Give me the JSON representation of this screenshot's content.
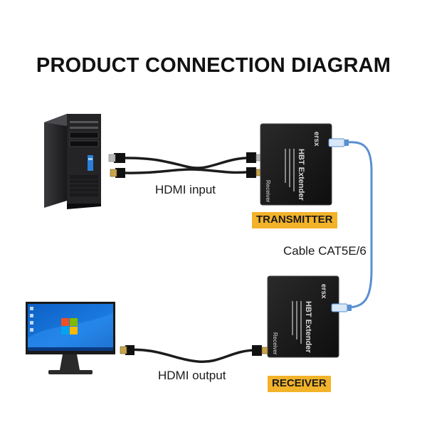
{
  "title": "PRODUCT CONNECTION DIAGRAM",
  "labels": {
    "hdmi_input": "HDMI input",
    "hdmi_output": "HDMI output",
    "cable": "Cable CAT5E/6"
  },
  "tags": {
    "transmitter": "TRANSMITTER",
    "receiver": "RECEIVER"
  },
  "device": {
    "brand": "ersx",
    "name": "HBT Extender",
    "side_label": "Receiver"
  },
  "colors": {
    "tag_bg": "#f2b32a",
    "cat_cable": "#5a8fd0",
    "hdmi_cable": "#1c1c1c",
    "device_body": "#161616",
    "tower_body": "#1f1f22",
    "tower_led": "#2c7fd9"
  }
}
